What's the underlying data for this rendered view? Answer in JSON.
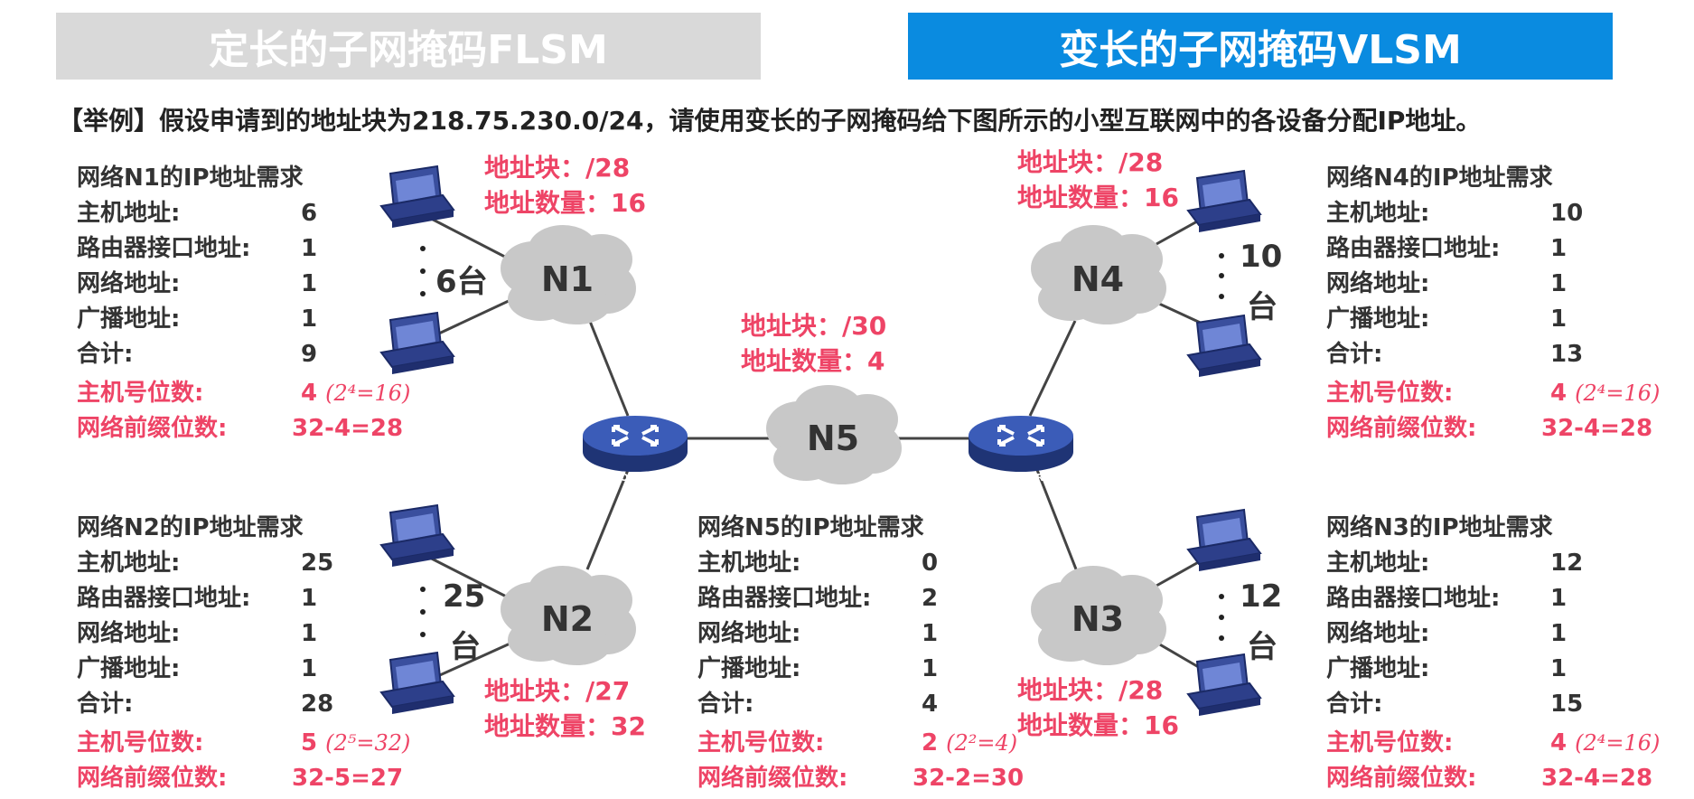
{
  "tabs": {
    "flsm": "定长的子网掩码FLSM",
    "vlsm": "变长的子网掩码VLSM"
  },
  "prompt": "【举例】假设申请到的地址块为218.75.230.0/24，请使用变长的子网掩码给下图所示的小型互联网中的各设备分配IP地址。",
  "row_labels": {
    "host": "主机地址:",
    "router": "路由器接口地址:",
    "net": "网络地址:",
    "bcast": "广播地址:",
    "total": "合计:",
    "hostbits": "主机号位数:",
    "prefix": "网络前缀位数:"
  },
  "requirements": {
    "n1": {
      "title": "网络N1的IP地址需求",
      "host": "6",
      "router": "1",
      "net": "1",
      "bcast": "1",
      "total": "9",
      "hostbits": "4",
      "formula": "(2⁴=16)",
      "prefix": "32-4=28"
    },
    "n2": {
      "title": "网络N2的IP地址需求",
      "host": "25",
      "router": "1",
      "net": "1",
      "bcast": "1",
      "total": "28",
      "hostbits": "5",
      "formula": "(2⁵=32)",
      "prefix": "32-5=27"
    },
    "n5": {
      "title": "网络N5的IP地址需求",
      "host": "0",
      "router": "2",
      "net": "1",
      "bcast": "1",
      "total": "4",
      "hostbits": "2",
      "formula": "(2²=4)",
      "prefix": "32-2=30"
    },
    "n4": {
      "title": "网络N4的IP地址需求",
      "host": "10",
      "router": "1",
      "net": "1",
      "bcast": "1",
      "total": "13",
      "hostbits": "4",
      "formula": "(2⁴=16)",
      "prefix": "32-4=28"
    },
    "n3": {
      "title": "网络N3的IP地址需求",
      "host": "12",
      "router": "1",
      "net": "1",
      "bcast": "1",
      "total": "15",
      "hostbits": "4",
      "formula": "(2⁴=16)",
      "prefix": "32-4=28"
    }
  },
  "blocks": {
    "n1": {
      "block": "地址块：/28",
      "count": "地址数量：16"
    },
    "n2": {
      "block": "地址块：/27",
      "count": "地址数量：32"
    },
    "n5": {
      "block": "地址块：/30",
      "count": "地址数量：4"
    },
    "n4": {
      "block": "地址块：/28",
      "count": "地址数量：16"
    },
    "n3": {
      "block": "地址块：/28",
      "count": "地址数量：16"
    }
  },
  "clouds": {
    "n1": "N1",
    "n2": "N2",
    "n3": "N3",
    "n4": "N4",
    "n5": "N5"
  },
  "host_counts": {
    "n1": "6台",
    "n2_num": "25",
    "n2_unit": "台",
    "n4_num": "10",
    "n4_unit": "台",
    "n3_num": "12",
    "n3_unit": "台"
  },
  "router_label": "ROUTER",
  "colors": {
    "accent_blue": "#0a8be0",
    "highlight": "#ee4466",
    "cloud": "#c8c8c8",
    "router": "#2b4a9a"
  }
}
